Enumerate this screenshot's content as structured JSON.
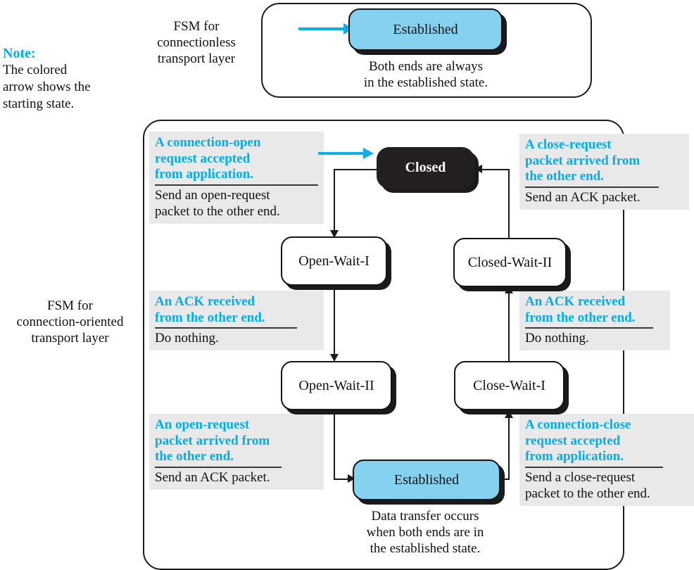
{
  "note": {
    "title": "Note:",
    "line1": "The colored",
    "line2": "arrow shows the",
    "line3": "starting state."
  },
  "connectionless": {
    "caption_line1": "FSM for",
    "caption_line2": "connectionless",
    "caption_line3": "transport layer",
    "state": "Established",
    "footnote_line1": "Both ends are always",
    "footnote_line2": "in the established state."
  },
  "connection_oriented": {
    "caption_line1": "FSM for",
    "caption_line2": "connection-oriented",
    "caption_line3": "transport layer",
    "states": {
      "closed": "Closed",
      "open_wait_i": "Open-Wait-I",
      "open_wait_ii": "Open-Wait-II",
      "established": "Established",
      "close_wait_i": "Close-Wait-I",
      "closed_wait_ii": "Closed-Wait-II"
    },
    "footnote_line1": "Data transfer occurs",
    "footnote_line2": "when both ends are in",
    "footnote_line3": "the established state.",
    "transitions": [
      {
        "id": "connection-open",
        "event_line1": "A connection-open",
        "event_line2": "request accepted",
        "event_line3": "from application.",
        "action_line1": "Send an open-request",
        "action_line2": "packet to the other end."
      },
      {
        "id": "ack-received-open",
        "event_line1": "An ACK received",
        "event_line2": "from the other end.",
        "event_line3": "",
        "action_line1": "Do nothing.",
        "action_line2": ""
      },
      {
        "id": "open-request-arrived",
        "event_line1": "An open-request",
        "event_line2": "packet arrived from",
        "event_line3": "the other end.",
        "action_line1": "Send an ACK packet.",
        "action_line2": ""
      },
      {
        "id": "close-request-arrived",
        "event_line1": "A close-request",
        "event_line2": "packet arrived from",
        "event_line3": "the other end.",
        "action_line1": "Send an ACK packet.",
        "action_line2": ""
      },
      {
        "id": "ack-received-close",
        "event_line1": "An ACK received",
        "event_line2": "from the other end.",
        "event_line3": "",
        "action_line1": "Do nothing.",
        "action_line2": ""
      },
      {
        "id": "connection-close",
        "event_line1": "A connection-close",
        "event_line2": "request accepted",
        "event_line3": "from application.",
        "action_line1": "Send a close-request",
        "action_line2": "packet to the other end."
      }
    ]
  },
  "colors": {
    "accent_cyan": "#00AEEF",
    "state_blue": "#85D1F0",
    "panel_gray": "#e9e9e9",
    "dark_state": "#231f1e"
  }
}
